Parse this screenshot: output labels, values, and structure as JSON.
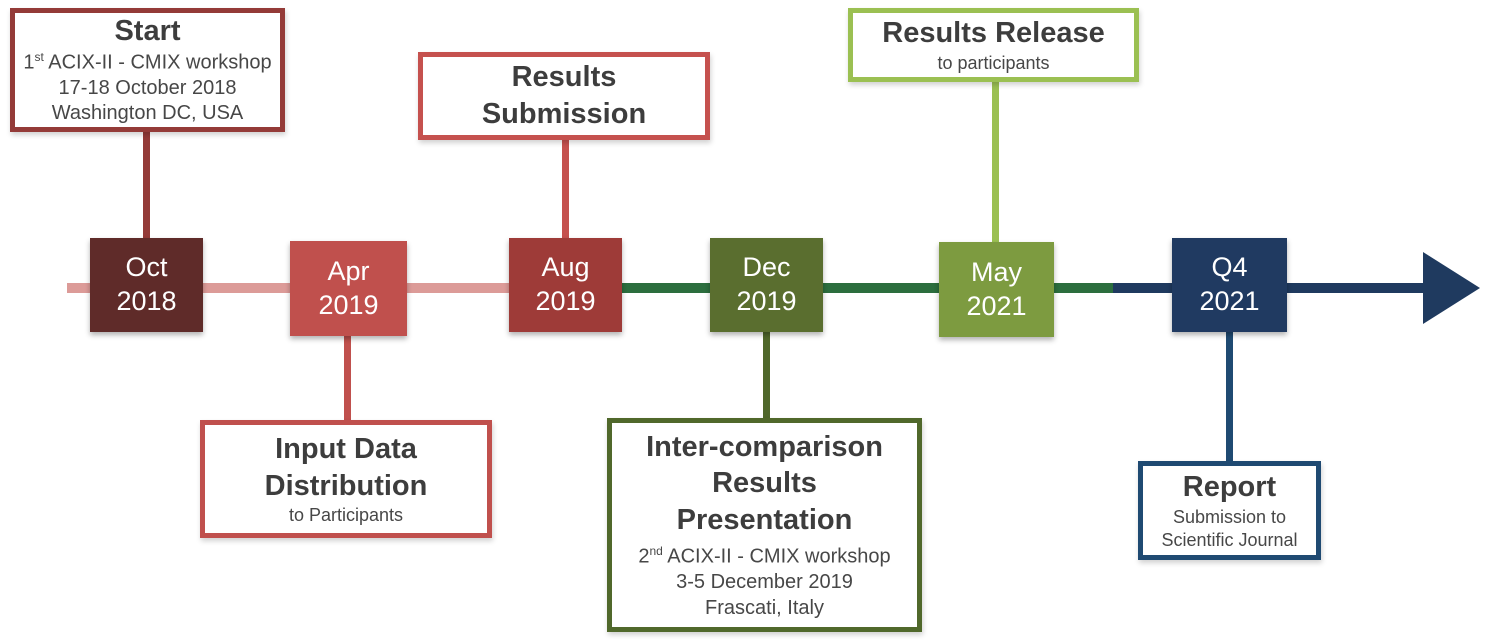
{
  "timeline": {
    "direction": "left-to-right",
    "segment_colors": {
      "early": "#dc9b98",
      "mid": "#2c6e3e",
      "late": "#1f3a5f"
    }
  },
  "milestones": [
    {
      "line1": "Oct",
      "line2": "2018",
      "color": "#5f2b29"
    },
    {
      "line1": "Apr",
      "line2": "2019",
      "color": "#c0504d"
    },
    {
      "line1": "Aug",
      "line2": "2019",
      "color": "#9e3b38"
    },
    {
      "line1": "Dec",
      "line2": "2019",
      "color": "#5a6e2f"
    },
    {
      "line1": "May",
      "line2": "2021",
      "color": "#7d9b40"
    },
    {
      "line1": "Q4",
      "line2": "2021",
      "color": "#203a61"
    }
  ],
  "callouts": {
    "start": {
      "title": "Start",
      "body1_num": "1",
      "body1_sup": "st",
      "body1_rest": " ACIX-II - CMIX workshop",
      "body2": "17-18 October 2018",
      "body3": "Washington DC, USA",
      "border_color": "#943b38"
    },
    "input_data": {
      "title": "Input Data\nDistribution",
      "subtitle": "to Participants",
      "border_color": "#c0504d"
    },
    "results_submission": {
      "title": "Results\nSubmission",
      "border_color": "#c5514e"
    },
    "presentation": {
      "title": "Inter-comparison\nResults\nPresentation",
      "body1_num": "2",
      "body1_sup": "nd",
      "body1_rest": " ACIX-II - CMIX workshop",
      "body2": "3-5 December 2019",
      "body3": "Frascati, Italy",
      "border_color": "#50682b"
    },
    "results_release": {
      "title": "Results Release",
      "subtitle": "to participants",
      "border_color": "#9bc052"
    },
    "report": {
      "title": "Report",
      "subtitle": "Submission to\nScientific Journal",
      "border_color": "#1f4a72"
    }
  }
}
